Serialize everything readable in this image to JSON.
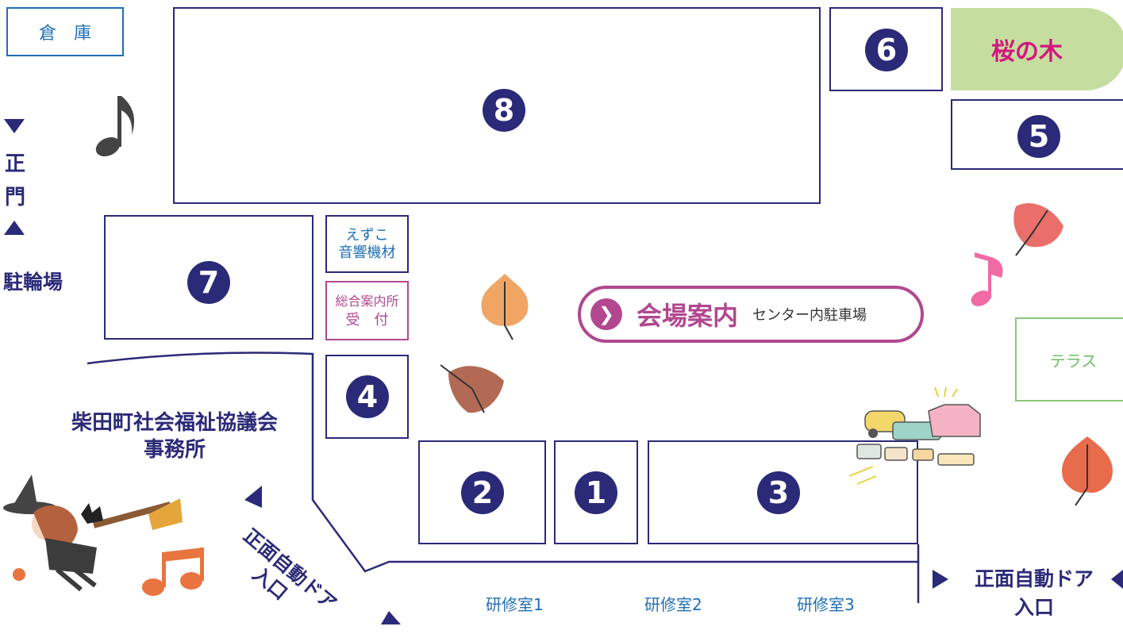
{
  "rooms": {
    "storage": "倉　庫",
    "ezuko": [
      "えずこ",
      "音響機材"
    ],
    "info": [
      "総合案内所",
      "受　付"
    ],
    "terrace": "テラス",
    "cherry": "桜の木",
    "seminar1": "研修室1",
    "seminar2": "研修室2",
    "seminar3": "研修室3"
  },
  "booths": {
    "b1": "1",
    "b2": "2",
    "b3": "3",
    "b4": "4",
    "b5": "5",
    "b6": "6",
    "b7": "7",
    "b8": "8"
  },
  "labels": {
    "main_gate_1": "正",
    "main_gate_2": "門",
    "bicycle_parking": "駐輪場",
    "council_line1": "柴田町社会福祉協議会",
    "council_line2": "事務所",
    "front_door_diag_1": "正面自動ドア",
    "front_door_diag_2": "入口",
    "front_door_right_1": "正面自動ドア",
    "front_door_right_2": "入口"
  },
  "guide": {
    "title": "会場案内",
    "subtitle": "センター内駐車場"
  },
  "colors": {
    "navy": "#2b2a78",
    "blue": "#1f6fb5",
    "magenta": "#b1488f",
    "green": "#8bc97a",
    "cherry_bg": "#c6dda0",
    "cherry_text": "#d4177e",
    "orange": "#e8743f"
  },
  "icons": [
    "music-note-icon",
    "leaf-icon",
    "witch-illustration",
    "toys-illustration"
  ]
}
